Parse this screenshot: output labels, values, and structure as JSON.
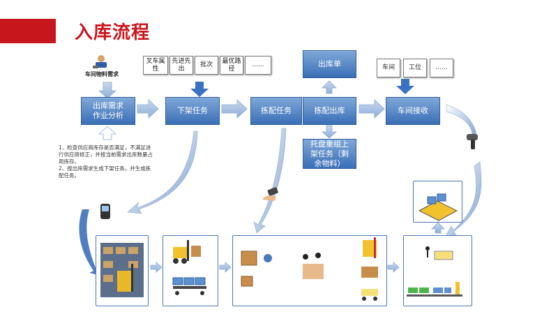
{
  "header": {
    "title": "入库流程"
  },
  "top_tags_left": [
    "叉车属性",
    "先进先出",
    "批次",
    "最优路径",
    "......"
  ],
  "top_tags_right": [
    "车间",
    "工位",
    "......"
  ],
  "nodes": {
    "demand_analysis": "出库需求作业分析",
    "pick_task": "下架任务",
    "allocation_task": "拣配任务",
    "allocation_out": "拣配出库",
    "workshop_receive": "车间接收",
    "out_order": "出库单",
    "pallet_task": "托盘重组上架任务（剩余物料）"
  },
  "workshop_label": "车间物料需求",
  "notes": [
    "1、检查供应商库存是否满足，不满足进行供应商修正，并按当前需求出库数量占用库存。",
    "2、按出库需求生成下架任务，并生成拣配任务。"
  ],
  "colors": {
    "accent": "#c8161d",
    "node": "#4a7fc1",
    "arrow": "#8fb0da"
  }
}
